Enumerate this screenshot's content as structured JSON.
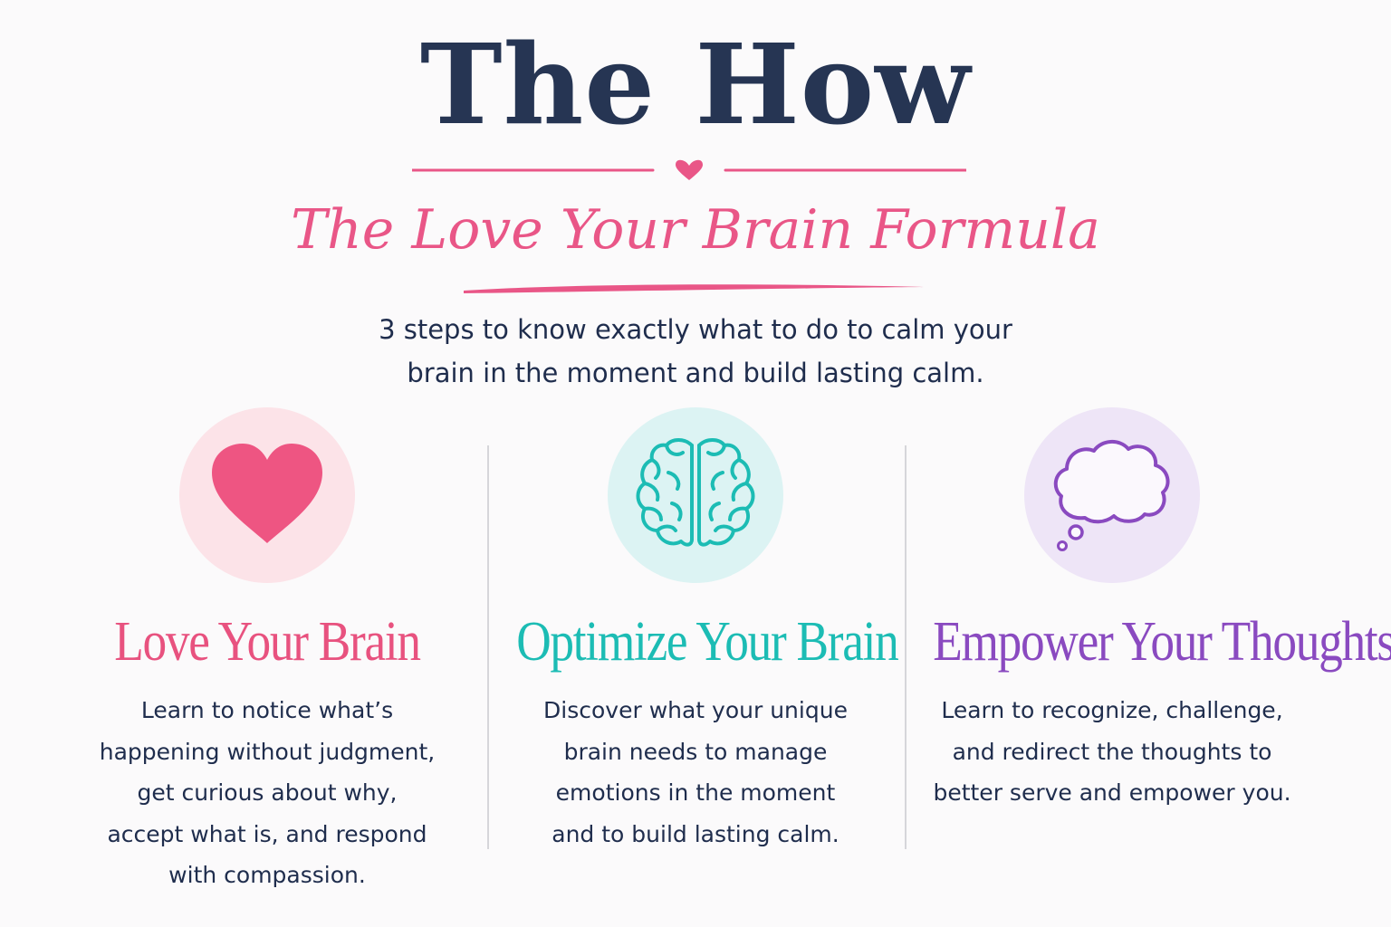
{
  "header": {
    "title": "The How",
    "subtitle": "The Love Your Brain Formula",
    "intro_line1": "3 steps to know exactly what to do to calm your",
    "intro_line2": "brain in the moment and build lasting calm."
  },
  "steps": [
    {
      "icon": "heart-icon",
      "title": "Love Your Brain",
      "color": "#e8527f",
      "circle_color": "#fce3e8",
      "lines": [
        "Learn to notice what’s",
        "happening without judgment,",
        "get curious about why,",
        "accept what is, and respond",
        "with compassion."
      ]
    },
    {
      "icon": "brain-icon",
      "title": "Optimize Your Brain",
      "color": "#1cbcb4",
      "circle_color": "#dcf3f3",
      "lines": [
        "Discover what your unique",
        "brain needs to manage",
        "emotions in the moment",
        "and to build lasting calm."
      ]
    },
    {
      "icon": "thought-cloud-icon",
      "title": "Empower Your Thoughts",
      "color": "#8a4ac0",
      "circle_color": "#eee5f7",
      "lines": [
        "Learn to recognize, challenge,",
        "and redirect the thoughts to",
        "better serve and empower you."
      ]
    }
  ],
  "colors": {
    "navy": "#263553",
    "pink": "#e95687",
    "teal": "#1cbcb4",
    "purple": "#8a4ac0"
  }
}
